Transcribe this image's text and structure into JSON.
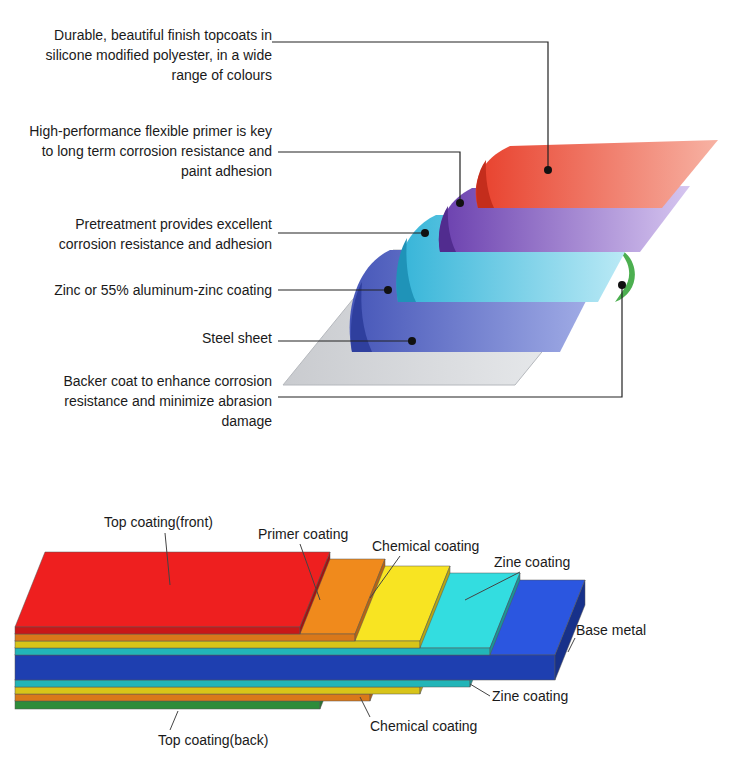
{
  "diagram": {
    "labels": [
      "Durable, beautiful finish topcoats in silicone modified polyester, in a wide range of colours",
      "High-performance flexible primer is key to long term corrosion resistance and paint adhesion",
      "Pretreatment provides excellent corrosion resistance and adhesion",
      "Zinc or 55% aluminum-zinc coating",
      "Steel sheet",
      "Backer coat to enhance corrosion resistance and minimize abrasion damage",
      "Top coating(front)",
      "Primer coating",
      "Chemical coating",
      "Zine coating",
      "Base metal",
      "Zine coating",
      "Chemical coating",
      "Top coating(back)"
    ]
  }
}
